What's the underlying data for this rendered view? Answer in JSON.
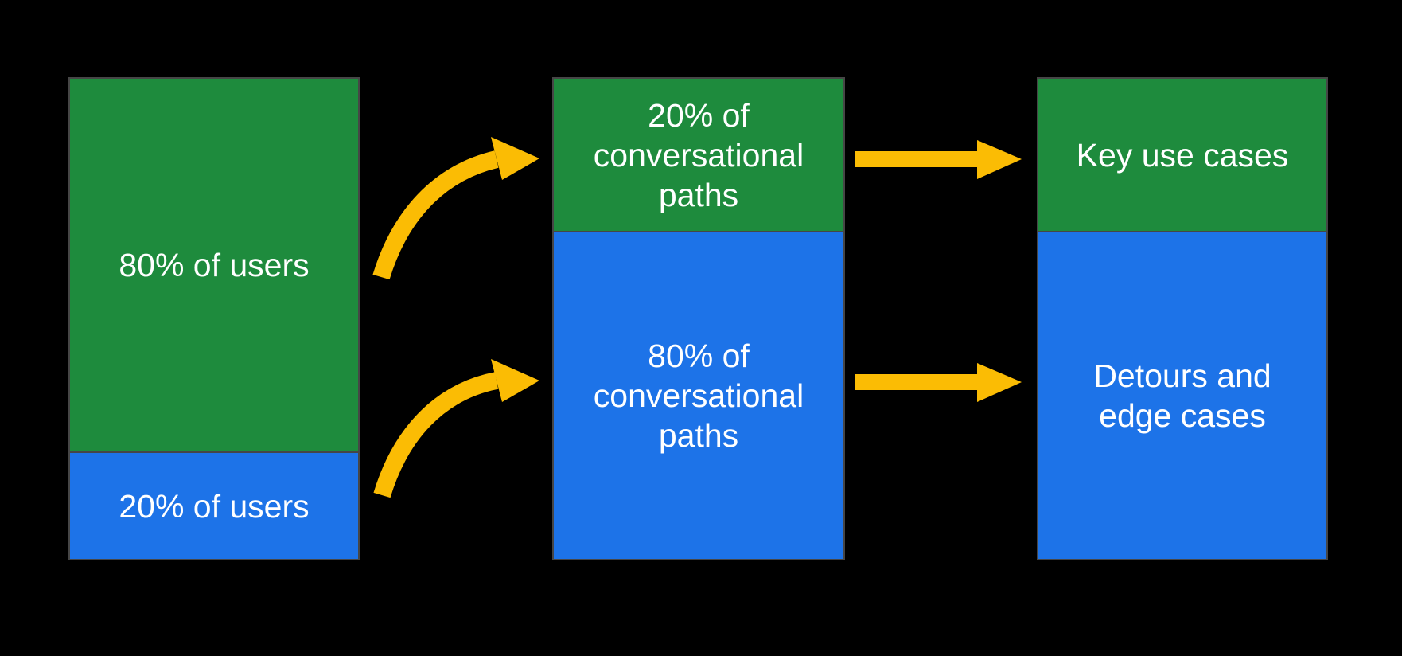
{
  "colors": {
    "green": "#1e8b3d",
    "blue": "#1d73e8",
    "yellow": "#fbbc04",
    "border": "#464646",
    "background": "#000000",
    "text": "#ffffff"
  },
  "diagram": {
    "columns": [
      {
        "name": "users",
        "segments": [
          {
            "kind": "green",
            "lines": [
              "80% of users"
            ]
          },
          {
            "kind": "blue",
            "lines": [
              "20% of users"
            ]
          }
        ]
      },
      {
        "name": "conversational-paths",
        "segments": [
          {
            "kind": "green",
            "lines": [
              "20% of",
              "conversational",
              "paths"
            ]
          },
          {
            "kind": "blue",
            "lines": [
              "80% of",
              "conversational",
              "paths"
            ]
          }
        ]
      },
      {
        "name": "outcomes",
        "segments": [
          {
            "kind": "green",
            "lines": [
              "Key use cases"
            ]
          },
          {
            "kind": "blue",
            "lines": [
              "Detours and",
              "edge cases"
            ]
          }
        ]
      }
    ],
    "arrows": [
      {
        "name": "curved-arrow-top",
        "type": "curved",
        "color": "#fbbc04"
      },
      {
        "name": "curved-arrow-bottom",
        "type": "curved",
        "color": "#fbbc04"
      },
      {
        "name": "straight-arrow-top",
        "type": "straight",
        "color": "#fbbc04"
      },
      {
        "name": "straight-arrow-bottom",
        "type": "straight",
        "color": "#fbbc04"
      }
    ]
  }
}
